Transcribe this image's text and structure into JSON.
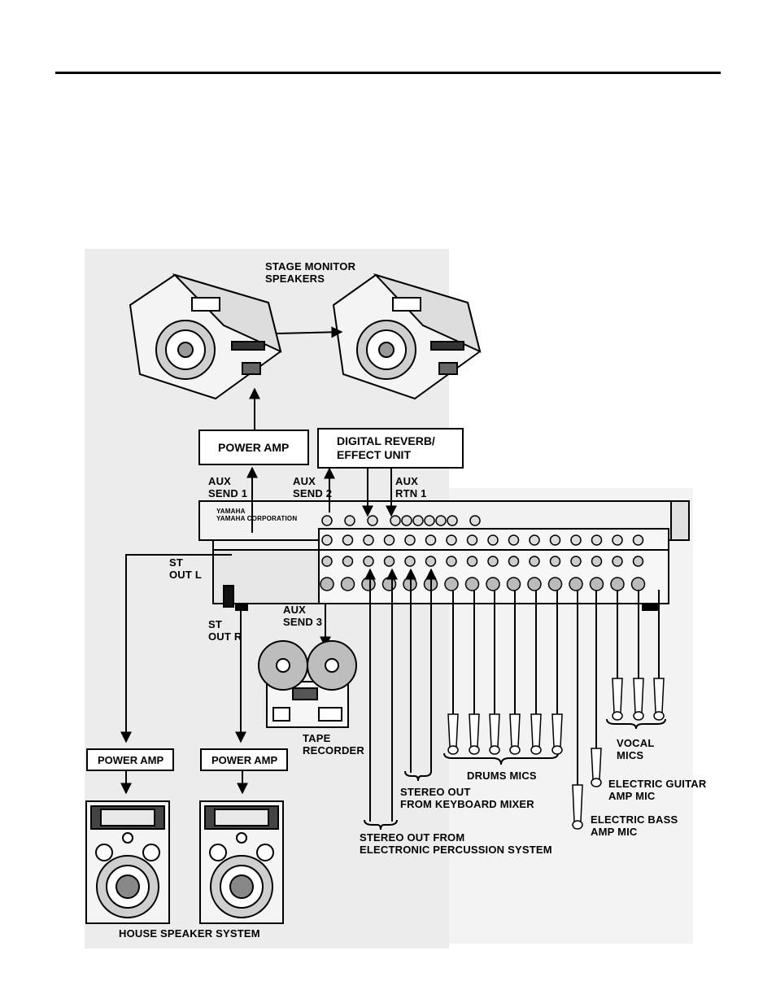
{
  "labels": {
    "stage_monitor": [
      "STAGE MONITOR",
      "SPEAKERS"
    ],
    "power_amp_top": "POWER AMP",
    "reverb": [
      "DIGITAL REVERB/",
      "EFFECT UNIT"
    ],
    "aux_send1": [
      "AUX",
      "SEND 1"
    ],
    "aux_send2": [
      "AUX",
      "SEND 2"
    ],
    "aux_rtn1": [
      "AUX",
      "RTN 1"
    ],
    "st_out_l": [
      "ST",
      "OUT L"
    ],
    "st_out_r": [
      "ST",
      "OUT R"
    ],
    "aux_send3": [
      "AUX",
      "SEND 3"
    ],
    "tape_recorder": [
      "TAPE",
      "RECORDER"
    ],
    "power_amp_left": "POWER AMP",
    "power_amp_right": "POWER AMP",
    "house_speaker": "HOUSE SPEAKER SYSTEM",
    "stereo_keyboard": [
      "STEREO OUT",
      "FROM KEYBOARD MIXER"
    ],
    "stereo_percussion": [
      "STEREO OUT FROM",
      "ELECTRONIC PERCUSSION SYSTEM"
    ],
    "drums_mics": "DRUMS MICS",
    "vocal_mics": [
      "VOCAL",
      "MICS"
    ],
    "guitar_mic": [
      "ELECTRIC GUITAR",
      "AMP MIC"
    ],
    "bass_mic": [
      "ELECTRIC BASS",
      "AMP MIC"
    ]
  },
  "mixer": {
    "brand_lines": [
      "YAMAHA",
      "YAMAHA CORPORATION"
    ],
    "channels": 16
  }
}
